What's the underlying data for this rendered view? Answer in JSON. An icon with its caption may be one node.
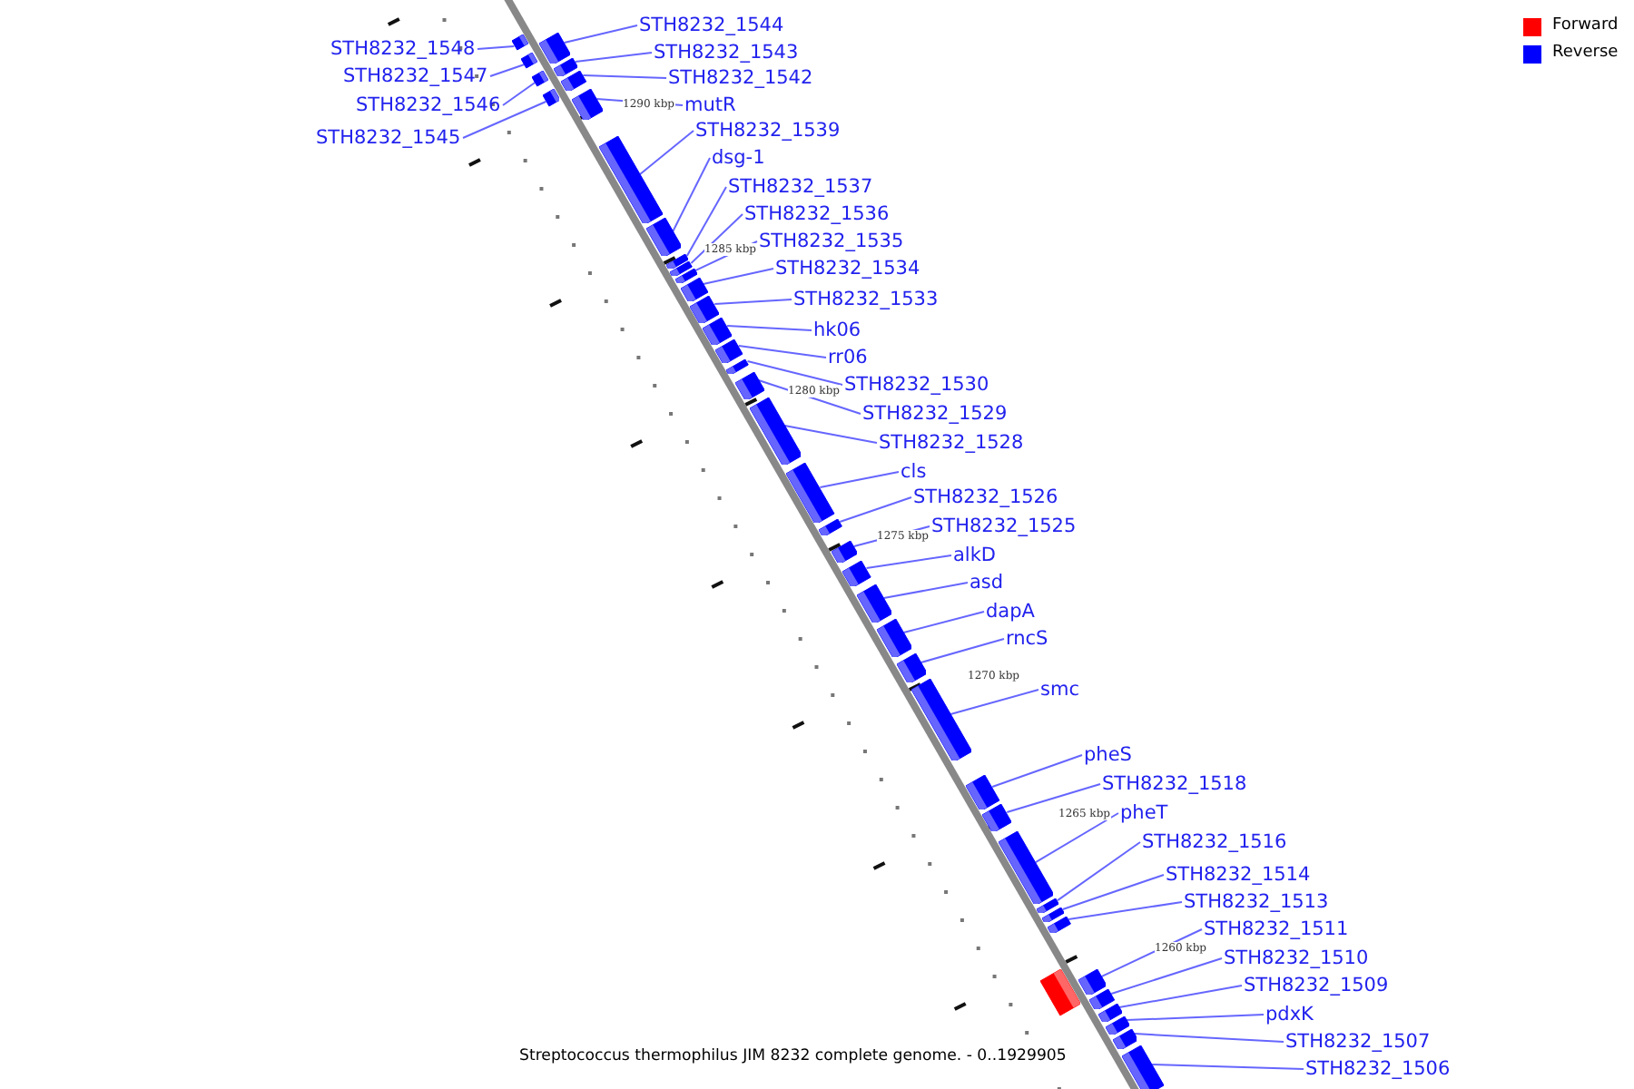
{
  "diagram": {
    "caption": "Streptococcus thermophilus JIM 8232 complete genome. - 0..1929905",
    "nodes": [
      {
        "text": [
          "STH8232_1548"
        ]
      },
      {
        "text": [
          "STH8232_1547"
        ]
      },
      {
        "text": [
          "STH8232_1546"
        ]
      },
      {
        "text": [
          "STH8232_1545"
        ]
      },
      {
        "text": [
          "STH8232_1544"
        ]
      },
      {
        "text": [
          "STH8232_1543"
        ]
      },
      {
        "text": [
          "STH8232_1542"
        ]
      },
      {
        "text": [
          "mutR"
        ]
      },
      {
        "text": [
          "STH8232_1539"
        ]
      },
      {
        "text": [
          "dsg-1"
        ]
      },
      {
        "text": [
          "STH8232_1537"
        ]
      },
      {
        "text": [
          "STH8232_1536"
        ]
      },
      {
        "text": [
          "STH8232_1535"
        ]
      },
      {
        "text": [
          "STH8232_1534"
        ]
      },
      {
        "text": [
          "STH8232_1533"
        ]
      },
      {
        "text": [
          "hk06"
        ]
      },
      {
        "text": [
          "rr06"
        ]
      },
      {
        "text": [
          "STH8232_1530"
        ]
      },
      {
        "text": [
          "STH8232_1529"
        ]
      },
      {
        "text": [
          "STH8232_1528"
        ]
      },
      {
        "text": [
          "cls"
        ]
      },
      {
        "text": [
          "STH8232_1526"
        ]
      },
      {
        "text": [
          "STH8232_1525"
        ]
      },
      {
        "text": [
          "alkD"
        ]
      },
      {
        "text": [
          "asd"
        ]
      },
      {
        "text": [
          "dapA"
        ]
      },
      {
        "text": [
          "rncS"
        ]
      },
      {
        "text": [
          "smc"
        ]
      },
      {
        "text": [
          "pheS"
        ]
      },
      {
        "text": [
          "STH8232_1518"
        ]
      },
      {
        "text": [
          "pheT"
        ]
      },
      {
        "text": [
          "STH8232_1516"
        ]
      },
      {
        "text": [
          "STH8232_1514"
        ]
      },
      {
        "text": [
          "STH8232_1513"
        ]
      },
      {
        "text": [
          "STH8232_1511"
        ]
      },
      {
        "text": [
          "STH8232_1510"
        ]
      },
      {
        "text": [
          "STH8232_1509"
        ]
      },
      {
        "text": [
          "pdxK"
        ]
      },
      {
        "text": [
          "STH8232_1507"
        ]
      },
      {
        "text": [
          "STH8232_1506"
        ]
      },
      {
        "text": [],
        "shape": "bar"
      },
      {
        "text": [],
        "shape": "bar"
      },
      {
        "text": [],
        "shape": "bar"
      },
      {
        "text": [],
        "shape": "bar"
      },
      {
        "text": [],
        "shape": "bar"
      },
      {
        "text": [],
        "shape": "bar"
      },
      {
        "text": [],
        "shape": "bar"
      },
      {
        "text": [],
        "shape": "bar"
      },
      {
        "text": [],
        "shape": "bar"
      },
      {
        "text": [],
        "shape": "bar"
      },
      {
        "text": [],
        "shape": "bar"
      },
      {
        "text": [],
        "shape": "bar"
      },
      {
        "text": [],
        "shape": "bar"
      },
      {
        "text": [],
        "shape": "bar"
      },
      {
        "text": [],
        "shape": "bar"
      },
      {
        "text": [],
        "shape": "bar"
      },
      {
        "text": [],
        "shape": "bar"
      },
      {
        "text": [],
        "shape": "bar"
      },
      {
        "text": [],
        "shape": "bar"
      },
      {
        "text": [],
        "shape": "bar"
      },
      {
        "text": [],
        "shape": "bar"
      },
      {
        "text": [],
        "shape": "bar"
      },
      {
        "text": [],
        "shape": "bar"
      },
      {
        "text": [],
        "shape": "bar"
      },
      {
        "text": [],
        "shape": "bar"
      },
      {
        "text": [],
        "shape": "bar"
      },
      {
        "text": [],
        "shape": "bar"
      },
      {
        "text": [],
        "shape": "bar"
      },
      {
        "text": [],
        "shape": "bar"
      },
      {
        "text": [],
        "shape": "bar"
      },
      {
        "text": [],
        "shape": "bar"
      },
      {
        "text": [],
        "shape": "bar"
      },
      {
        "text": [],
        "shape": "bar"
      },
      {
        "text": [],
        "shape": "bar"
      },
      {
        "text": [],
        "shape": "bar"
      },
      {
        "text": [],
        "shape": "bar"
      },
      {
        "text": [],
        "shape": "bar"
      },
      {
        "text": [],
        "shape": "bar"
      },
      {
        "text": [],
        "shape": "bar"
      },
      {
        "text": [],
        "shape": "bar"
      },
      {
        "text": [],
        "shape": "bar"
      }
    ],
    "edges": [
      {
        "from": 0,
        "to": 40,
        "arrow": "none"
      },
      {
        "from": 1,
        "to": 41,
        "arrow": "none"
      },
      {
        "from": 2,
        "to": 42,
        "arrow": "none"
      },
      {
        "from": 3,
        "to": 43,
        "arrow": "none"
      },
      {
        "from": 4,
        "to": 44,
        "arrow": "none"
      },
      {
        "from": 5,
        "to": 45,
        "arrow": "none"
      },
      {
        "from": 6,
        "to": 46,
        "arrow": "none"
      },
      {
        "from": 7,
        "to": 47,
        "arrow": "none"
      },
      {
        "from": 8,
        "to": 48,
        "arrow": "none"
      },
      {
        "from": 9,
        "to": 49,
        "arrow": "none"
      },
      {
        "from": 10,
        "to": 50,
        "arrow": "none"
      },
      {
        "from": 11,
        "to": 51,
        "arrow": "none"
      },
      {
        "from": 12,
        "to": 52,
        "arrow": "none"
      },
      {
        "from": 13,
        "to": 53,
        "arrow": "none"
      },
      {
        "from": 14,
        "to": 54,
        "arrow": "none"
      },
      {
        "from": 15,
        "to": 55,
        "arrow": "none"
      },
      {
        "from": 16,
        "to": 56,
        "arrow": "none"
      },
      {
        "from": 17,
        "to": 57,
        "arrow": "none"
      },
      {
        "from": 18,
        "to": 58,
        "arrow": "none"
      },
      {
        "from": 19,
        "to": 59,
        "arrow": "none"
      },
      {
        "from": 20,
        "to": 60,
        "arrow": "none"
      },
      {
        "from": 21,
        "to": 61,
        "arrow": "none"
      },
      {
        "from": 22,
        "to": 62,
        "arrow": "none"
      },
      {
        "from": 23,
        "to": 63,
        "arrow": "none"
      },
      {
        "from": 24,
        "to": 64,
        "arrow": "none"
      },
      {
        "from": 25,
        "to": 65,
        "arrow": "none"
      },
      {
        "from": 26,
        "to": 66,
        "arrow": "none"
      },
      {
        "from": 27,
        "to": 67,
        "arrow": "none"
      },
      {
        "from": 28,
        "to": 68,
        "arrow": "none"
      },
      {
        "from": 29,
        "to": 69,
        "arrow": "none"
      },
      {
        "from": 30,
        "to": 70,
        "arrow": "none"
      },
      {
        "from": 31,
        "to": 71,
        "arrow": "none"
      },
      {
        "from": 32,
        "to": 72,
        "arrow": "none"
      },
      {
        "from": 33,
        "to": 73,
        "arrow": "none"
      },
      {
        "from": 34,
        "to": 74,
        "arrow": "none"
      },
      {
        "from": 35,
        "to": 75,
        "arrow": "none"
      },
      {
        "from": 36,
        "to": 76,
        "arrow": "none"
      },
      {
        "from": 37,
        "to": 77,
        "arrow": "none"
      },
      {
        "from": 38,
        "to": 78,
        "arrow": "none"
      },
      {
        "from": 39,
        "to": 79,
        "arrow": "none"
      }
    ],
    "labels": [
      "1290 kbp",
      "1285 kbp",
      "1280 kbp",
      "1275 kbp",
      "1270 kbp",
      "1265 kbp",
      "1260 kbp"
    ],
    "legend": [
      {
        "text": "Forward",
        "color": "#ff0000"
      },
      {
        "text": "Reverse",
        "color": "#0000ff"
      }
    ]
  }
}
